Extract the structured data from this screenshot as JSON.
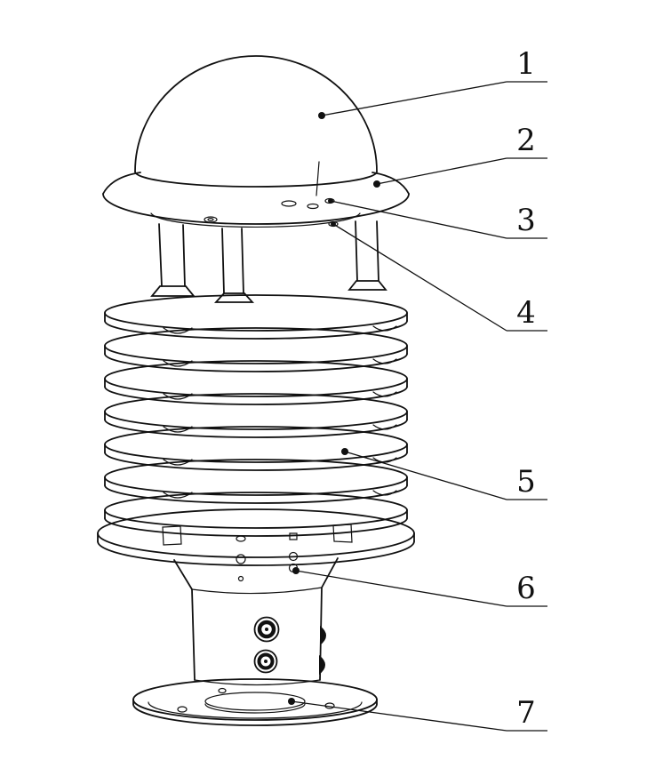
{
  "figure": {
    "background": "#ffffff",
    "ink": "#111111",
    "callouts": [
      {
        "label": "1",
        "part": "protective-dome"
      },
      {
        "label": "2",
        "part": "cap-rim"
      },
      {
        "label": "3",
        "part": "deck-fastener-upper"
      },
      {
        "label": "4",
        "part": "deck-fastener-lower"
      },
      {
        "label": "5",
        "part": "louver-stack"
      },
      {
        "label": "6",
        "part": "indicator-connector"
      },
      {
        "label": "7",
        "part": "mounting-base"
      }
    ]
  }
}
